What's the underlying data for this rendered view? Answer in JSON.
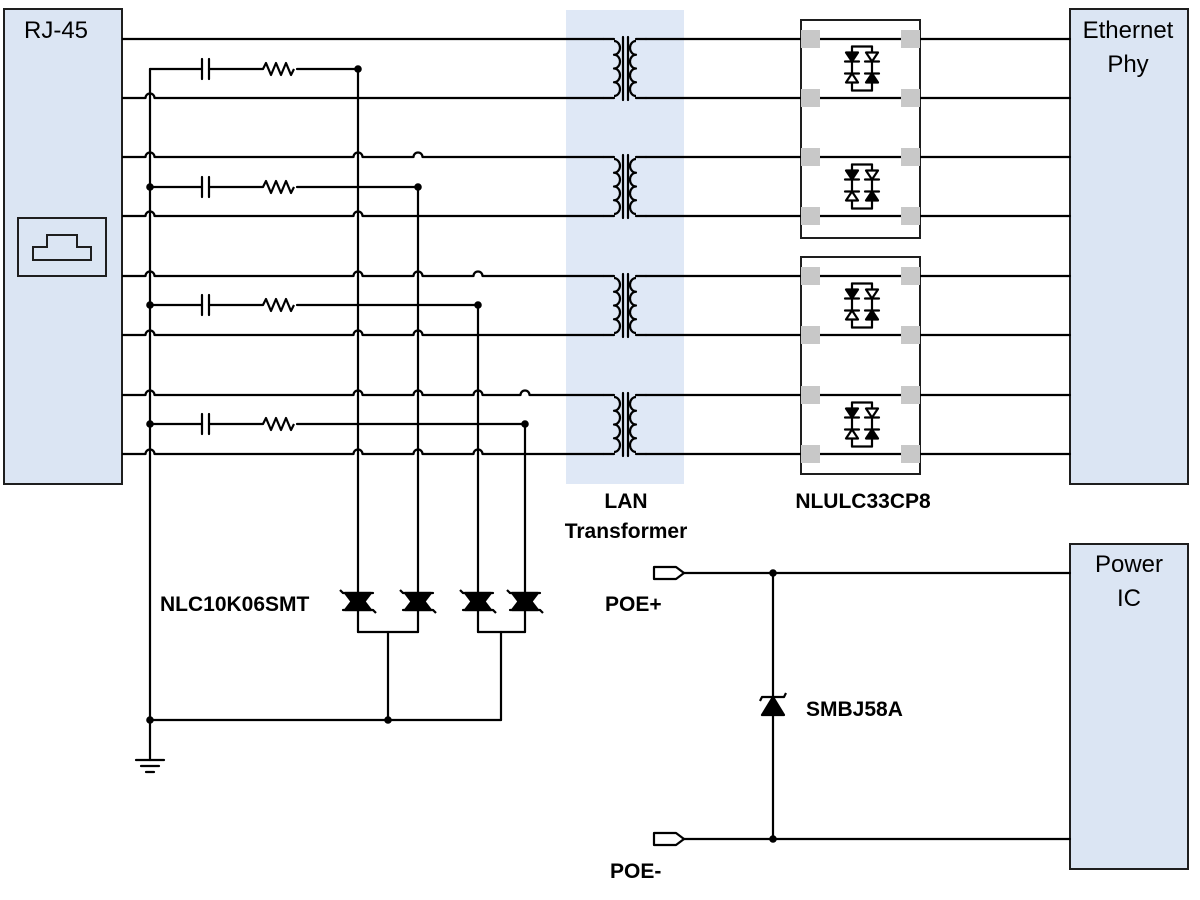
{
  "blocks": {
    "rj45": "RJ-45",
    "ethernet_phy_line1": "Ethernet",
    "ethernet_phy_line2": "Phy",
    "power_ic_line1": "Power",
    "power_ic_line2": "IC"
  },
  "parts": {
    "lan_transformer_line1": "LAN",
    "lan_transformer_line2": "Transformer",
    "tvs_array": "NLULC33CP8",
    "thyristor_array": "NLC10K06SMT",
    "tvs_diode": "SMBJ58A"
  },
  "ports": {
    "poe_plus": "POE+",
    "poe_minus": "POE-"
  },
  "colors": {
    "block_fill": "#dbe5f3",
    "transformer_band": "#dfe8f6",
    "pad_gray": "#c8c8c8",
    "wire": "#000000"
  },
  "icons": [
    "rj45-jack-icon",
    "capacitor-icon",
    "resistor-icon",
    "transformer-icon",
    "tvs-diode-icon",
    "thyristor-icon",
    "zener-diode-icon",
    "ground-icon",
    "port-arrow-icon"
  ]
}
